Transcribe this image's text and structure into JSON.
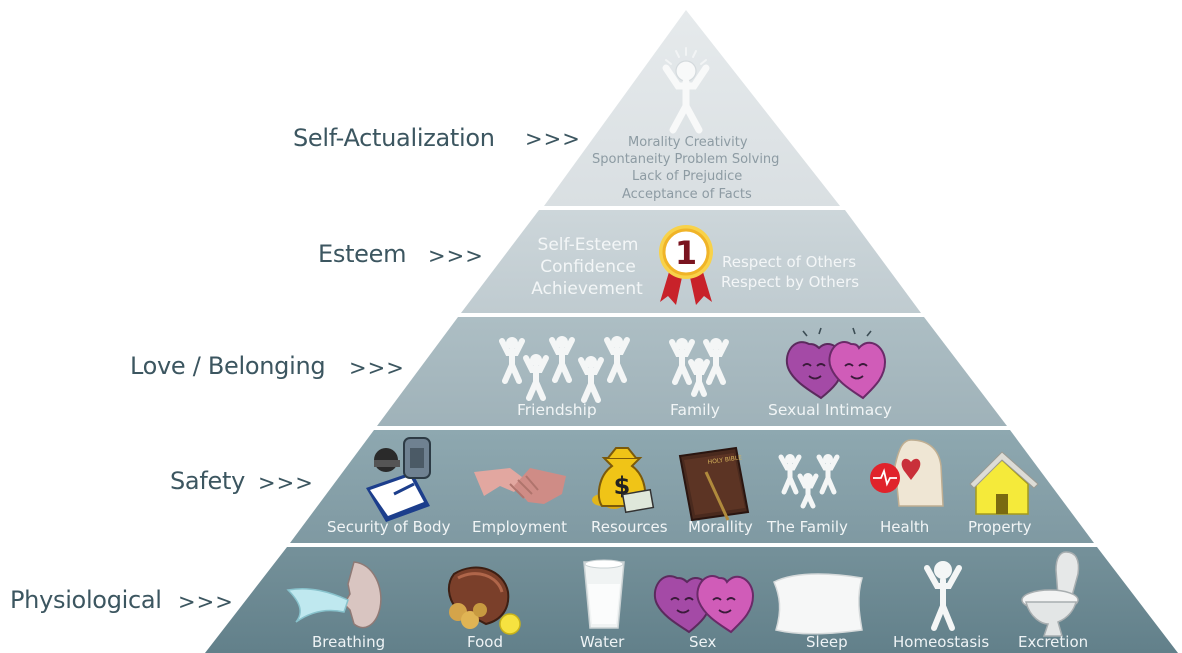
{
  "colors": {
    "tier1": "#dfe4e7",
    "tier2": "#c6d1d6",
    "tier3": "#a5b7be",
    "tier4": "#85a0a9",
    "tier5": "#6b8892",
    "label": "#3c5660"
  },
  "levels": {
    "self_actualization": {
      "label": "Self-Actualization",
      "arrows": ">>>",
      "items": [
        "Morality  Creativity",
        "Spontaneity  Problem Solving",
        "Lack of Prejudice",
        "Acceptance of Facts"
      ]
    },
    "esteem": {
      "label": "Esteem",
      "arrows": ">>>",
      "left_items": [
        "Self-Esteem",
        "Confidence",
        "Achievement"
      ],
      "badge_number": "1",
      "right_items": [
        "Respect of Others",
        "Respect by Others"
      ]
    },
    "love": {
      "label": "Love / Belonging",
      "arrows": ">>>",
      "items": [
        "Friendship",
        "Family",
        "Sexual Intimacy"
      ]
    },
    "safety": {
      "label": "Safety",
      "arrows": ">>>",
      "items": [
        "Security of Body",
        "Employment",
        "Resources",
        "Morallity",
        "The Family",
        "Health",
        "Property"
      ],
      "bible_text": "HOLY BIBLE"
    },
    "physiological": {
      "label": "Physiological",
      "arrows": ">>>",
      "items": [
        "Breathing",
        "Food",
        "Water",
        "Sex",
        "Sleep",
        "Homeostasis",
        "Excretion"
      ]
    }
  }
}
